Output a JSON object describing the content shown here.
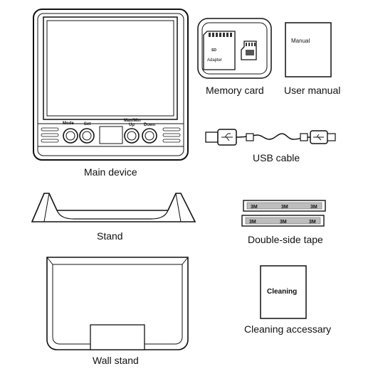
{
  "labels": {
    "main_device": "Main device",
    "memory_card": "Memory card",
    "user_manual": "User manual",
    "usb_cable": "USB cable",
    "stand": "Stand",
    "double_side_tape": "Double-side tape",
    "wall_stand": "Wall stand",
    "cleaning_accessory": "Cleaning accessary"
  },
  "device_buttons": {
    "mode": "Mode",
    "set": "Set",
    "max_min": "Max/Min",
    "up": "Up",
    "down": "Down"
  },
  "manual_cover_text": "Manual",
  "cleaning_cloth_text": "Cleaning",
  "memory_card": {
    "adapter_text": "Adapter",
    "sd_text": "SD"
  },
  "tape_marks": [
    "3M",
    "3M",
    "3M"
  ]
}
